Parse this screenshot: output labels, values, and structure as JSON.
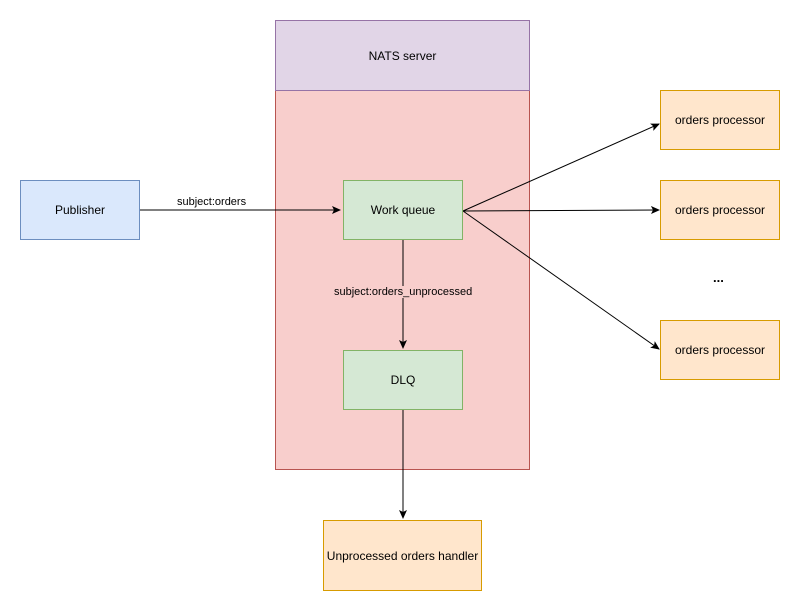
{
  "nodes": {
    "nats_header": {
      "label": "NATS server",
      "fill": "#e1d5e7",
      "stroke": "#9673a6"
    },
    "nats_body": {
      "fill": "#f8cecc",
      "stroke": "#b85450"
    },
    "publisher": {
      "label": "Publisher",
      "fill": "#dae8fc",
      "stroke": "#6c8ebf"
    },
    "work_queue": {
      "label": "Work queue",
      "fill": "#d5e8d4",
      "stroke": "#82b366"
    },
    "dlq": {
      "label": "DLQ",
      "fill": "#d5e8d4",
      "stroke": "#82b366"
    },
    "processor_1": {
      "label": "orders processor",
      "fill": "#ffe6cc",
      "stroke": "#d79b00"
    },
    "processor_2": {
      "label": "orders processor",
      "fill": "#ffe6cc",
      "stroke": "#d79b00"
    },
    "processor_3": {
      "label": "orders processor",
      "fill": "#ffe6cc",
      "stroke": "#d79b00"
    },
    "handler": {
      "label": "Unprocessed orders handler",
      "fill": "#ffe6cc",
      "stroke": "#d79b00"
    }
  },
  "ellipsis": "...",
  "edges": {
    "publisher_to_queue": {
      "label": "subject:orders"
    },
    "queue_to_dlq": {
      "label": "subject:orders_unprocessed"
    }
  }
}
